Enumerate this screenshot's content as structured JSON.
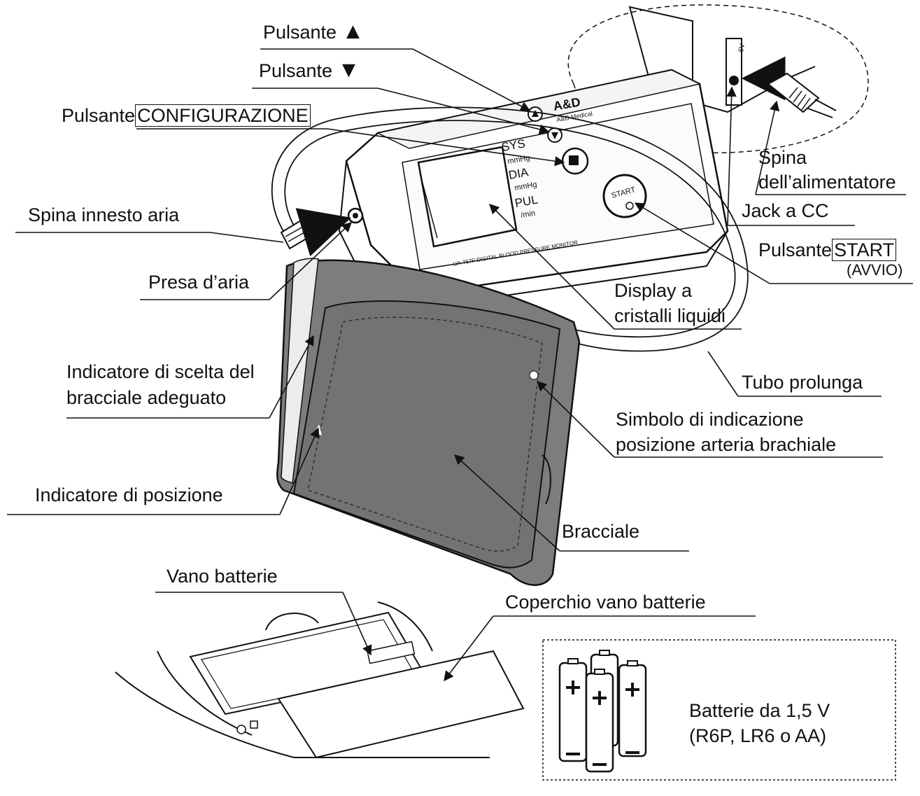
{
  "device": {
    "brand": "A&D",
    "brand_sub": "A&D Medical",
    "sys": "SYS",
    "dia": "DIA",
    "pul": "PUL",
    "unit_mmhg": "mmHg",
    "unit_min": "/min",
    "start": "START",
    "model_text": "UA-767F DIGITAL BLOOD PRESSURE MONITOR",
    "dc_label": "6V"
  },
  "labels": {
    "up_button_text": "Pulsante",
    "up_button_symbol": "▲",
    "down_button_text": "Pulsante",
    "down_button_symbol": "▼",
    "config_button_text": "Pulsante",
    "config_button_key": "CONFIGURAZIONE",
    "air_plug": "Spina innesto aria",
    "air_socket": "Presa d’aria",
    "cuff_indicator_1": "Indicatore di scelta del",
    "cuff_indicator_2": "bracciale adeguato",
    "position_indicator": "Indicatore di posizione",
    "adapter_plug_1": "Spina",
    "adapter_plug_2": "dell’alimentatore",
    "dc_jack": "Jack a CC",
    "start_button_text": "Pulsante",
    "start_button_key": "START",
    "start_button_note": "(AVVIO)",
    "lcd_1": "Display a",
    "lcd_2": "cristalli liquidi",
    "tube": "Tubo prolunga",
    "artery_1": "Simbolo di indicazione",
    "artery_2": "posizione arteria brachiale",
    "cuff": "Bracciale",
    "battery_compartment": "Vano batterie",
    "battery_cover": "Coperchio vano batterie",
    "batteries_1": "Batterie da 1,5 V",
    "batteries_2": "(R6P, LR6 o AA)"
  }
}
